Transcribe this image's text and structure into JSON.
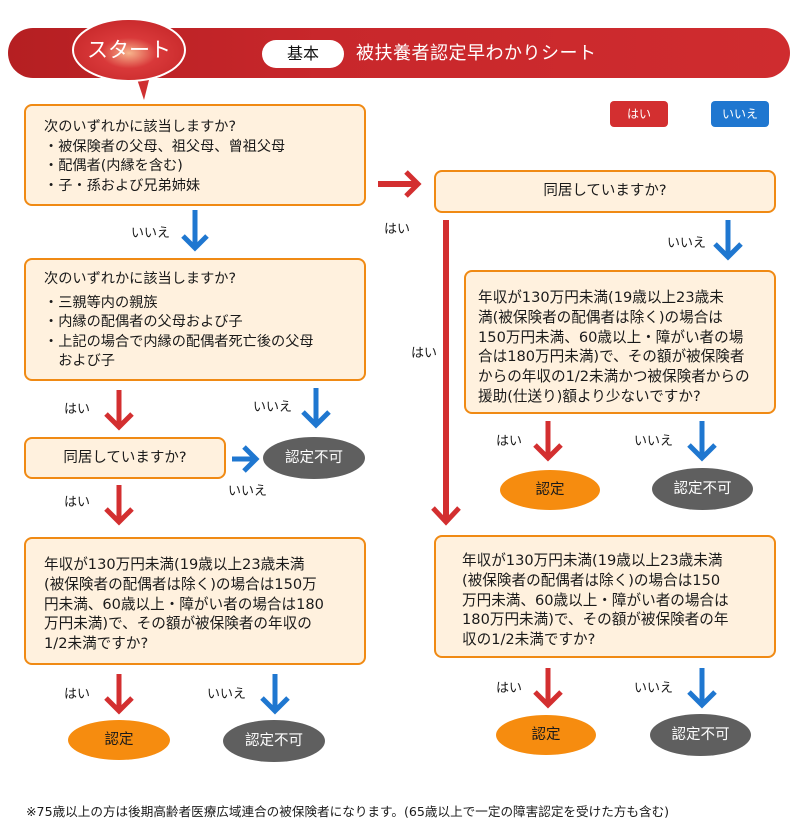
{
  "header": {
    "start_label": "スタート",
    "badge": "基本",
    "title": "被扶養者認定早わかりシート"
  },
  "legend": {
    "yes": "はい",
    "no": "いいえ"
  },
  "colors": {
    "banner_red": "#c8272b",
    "yes_red": "#d32f30",
    "no_blue": "#1f77d0",
    "box_fill": "#fff1de",
    "box_border": "#f08a14",
    "approved_orange": "#f68c0f",
    "rejected_gray": "#5f5f5f"
  },
  "left": {
    "box1": {
      "question": "次のいずれかに該当しますか?",
      "items": [
        "・被保険者の父母、祖父母、曾祖父母",
        "・配偶者(内縁を含む)",
        "・子・孫および兄弟姉妹"
      ]
    },
    "box1_no_label": "いいえ",
    "box2": {
      "question": "次のいずれかに該当しますか?",
      "items": [
        "・三親等内の親族",
        "・内縁の配偶者の父母および子",
        "・上記の場合で内縁の配偶者死亡後の父母",
        "　および子"
      ]
    },
    "box2_yes_label": "はい",
    "box2_no_label": "いいえ",
    "box3": {
      "question": "同居していますか?"
    },
    "box3_no_label": "いいえ",
    "box3_no_result": "認定不可",
    "box3_yes_label": "はい",
    "box4": {
      "lines": [
        "年収が130万円未満(19歳以上23歳未満",
        "(被保険者の配偶者は除く)の場合は150万",
        "円未満、60歳以上・障がい者の場合は180",
        "万円未満)で、その額が被保険者の年収の",
        "1/2未満ですか?"
      ]
    },
    "box4_yes_label": "はい",
    "box4_yes_result": "認定",
    "box4_no_label": "いいえ",
    "box4_no_result": "認定不可"
  },
  "right": {
    "entry_yes_label": "はい",
    "boxR1": {
      "question": "同居していますか?"
    },
    "boxR1_yes_label": "はい",
    "boxR1_no_label": "いいえ",
    "boxR2": {
      "lines": [
        "年収が130万円未満(19歳以上23歳未",
        "満(被保険者の配偶者は除く)の場合は",
        "150万円未満、60歳以上・障がい者の場",
        "合は180万円未満)で、その額が被保険者",
        "からの年収の1/2未満かつ被保険者からの",
        "援助(仕送り)額より少ないですか?"
      ]
    },
    "boxR2_yes_label": "はい",
    "boxR2_yes_result": "認定",
    "boxR2_no_label": "いいえ",
    "boxR2_no_result": "認定不可",
    "boxR3": {
      "lines": [
        "年収が130万円未満(19歳以上23歳未満",
        "(被保険者の配偶者は除く)の場合は150",
        "万円未満、60歳以上・障がい者の場合は",
        "180万円未満)で、その額が被保険者の年",
        "収の1/2未満ですか?"
      ]
    },
    "boxR3_yes_label": "はい",
    "boxR3_yes_result": "認定",
    "boxR3_no_label": "いいえ",
    "boxR3_no_result": "認定不可"
  },
  "footnote": "※75歳以上の方は後期高齢者医療広域連合の被保険者になります。(65歳以上で一定の障害認定を受けた方も含む)"
}
